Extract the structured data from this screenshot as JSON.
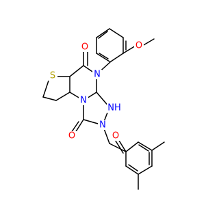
{
  "diagram": {
    "type": "chemical-structure",
    "colors": {
      "bond": "#000000",
      "oxygen": "#ff0000",
      "nitrogen": "#0000ff",
      "sulfur": "#b2a000",
      "background": "#ffffff"
    },
    "atom_labels": {
      "o_carbonyl_top": "O",
      "o_methoxy": "O",
      "s_thiophene": "S",
      "n_ring": "N",
      "nh": "NH",
      "n_fused": "N",
      "n_triazole": "N",
      "o_carbonyl_bottom": "O",
      "o_ketone": "O"
    }
  }
}
